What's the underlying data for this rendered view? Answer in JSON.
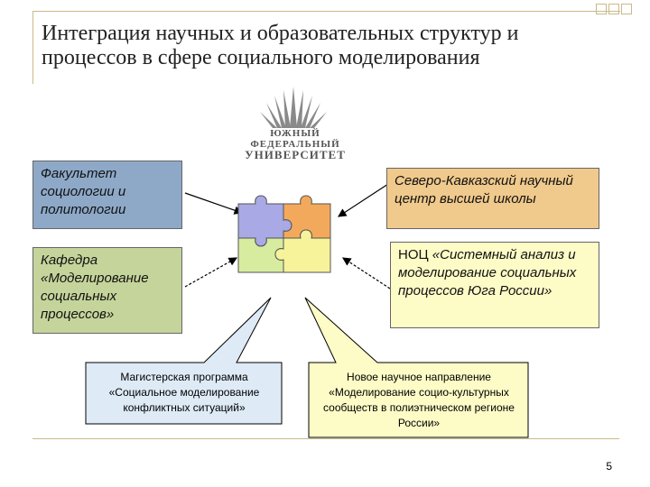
{
  "title": "Интеграция научных и образовательных структур и процессов в сфере социального моделирования",
  "logo": {
    "line1": "ЮЖНЫЙ",
    "line2": "ФЕДЕРАЛЬНЫЙ",
    "line3": "УНИВЕРСИТЕТ"
  },
  "boxes": {
    "faculty": "Факультет социологии и политологии",
    "department": "Кафедра «Моделирование социальных процессов»",
    "north_caucasus": "Северо-Кавказский научный центр высшей школы",
    "noc_prefix": "НОЦ ",
    "noc": "«Системный анализ и моделирование социальных процессов Юга России»"
  },
  "callouts": {
    "masters": "Магистерская программа «Социальное моделирование конфликтных ситуаций»",
    "direction": "Новое научное направление «Моделирование социо-культурных сообществ в полиэтническом регионе России»"
  },
  "colors": {
    "puzzle_blue": "#a9a9e6",
    "puzzle_orange": "#f3a95c",
    "puzzle_green": "#d8eca0",
    "puzzle_yellow": "#f6f39a"
  },
  "page_number": "5"
}
